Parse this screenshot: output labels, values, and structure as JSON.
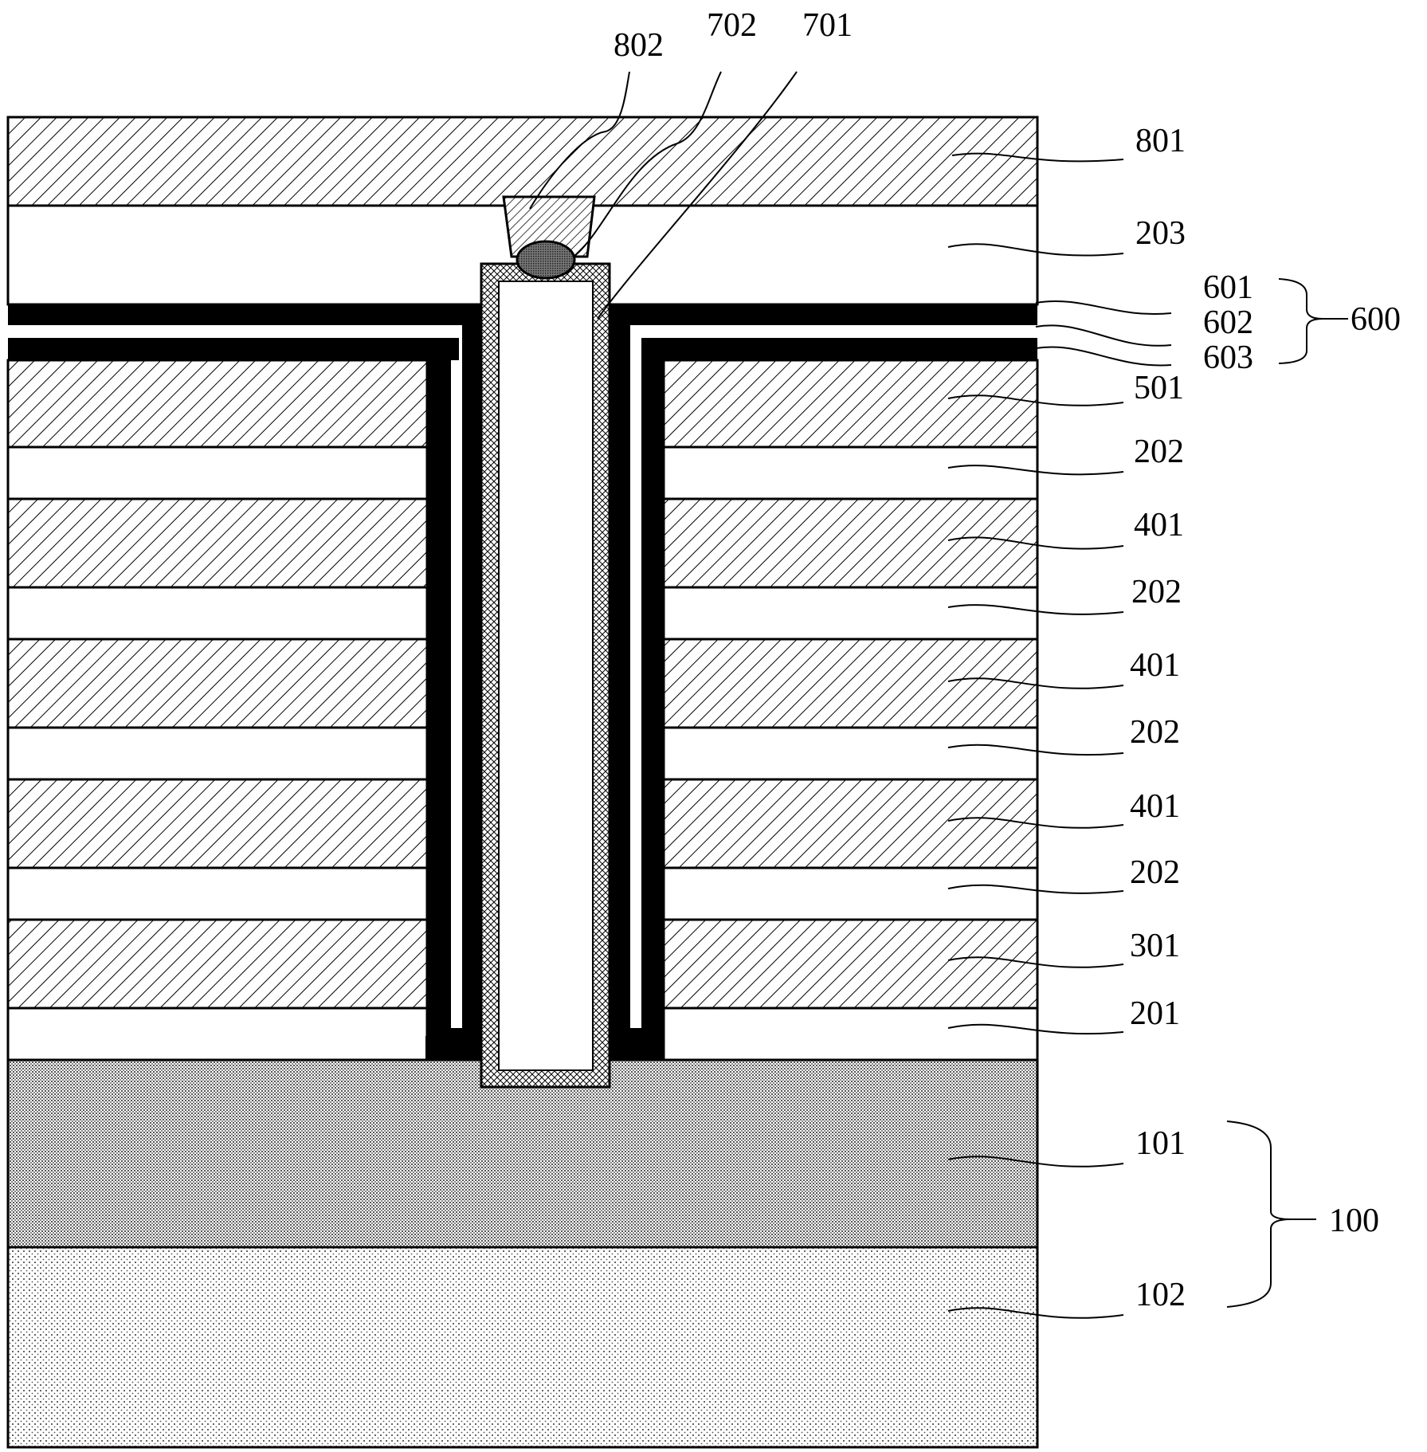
{
  "labels": {
    "l801": "801",
    "l802": "802",
    "l702": "702",
    "l701": "701",
    "l203": "203",
    "l601": "601",
    "l602": "602",
    "l603": "603",
    "l600": "600",
    "l501": "501",
    "l202a": "202",
    "l401a": "401",
    "l202b": "202",
    "l401b": "401",
    "l202c": "202",
    "l401c": "401",
    "l202d": "202",
    "l301": "301",
    "l201": "201",
    "l101": "101",
    "l100": "100",
    "l102": "102"
  }
}
